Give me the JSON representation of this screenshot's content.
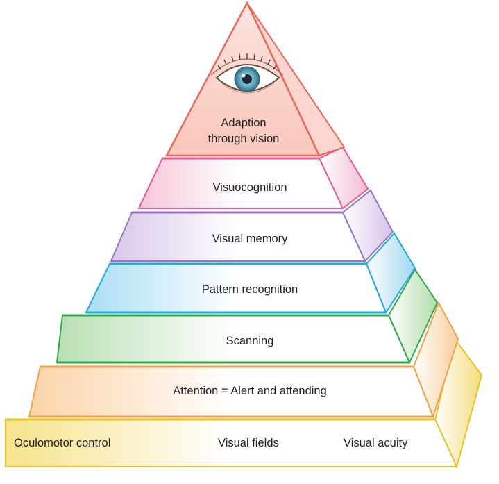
{
  "pyramid": {
    "apex_lines": [
      "Adaption",
      "through vision"
    ],
    "levels": [
      {
        "label": "Visuocognition",
        "color": "#e8579a"
      },
      {
        "label": "Visual memory",
        "color": "#9b72c4"
      },
      {
        "label": "Pattern recognition",
        "color": "#1fa9dc"
      },
      {
        "label": "Scanning",
        "color": "#2fa84a"
      },
      {
        "label": "Attention = Alert and attending",
        "color": "#f0a04a"
      }
    ],
    "base": {
      "labels": [
        "Oculomotor control",
        "Visual fields",
        "Visual acuity"
      ],
      "color": "#e6c12c"
    },
    "apex_color": "#e8665a",
    "eye_icon": "eye-icon"
  }
}
